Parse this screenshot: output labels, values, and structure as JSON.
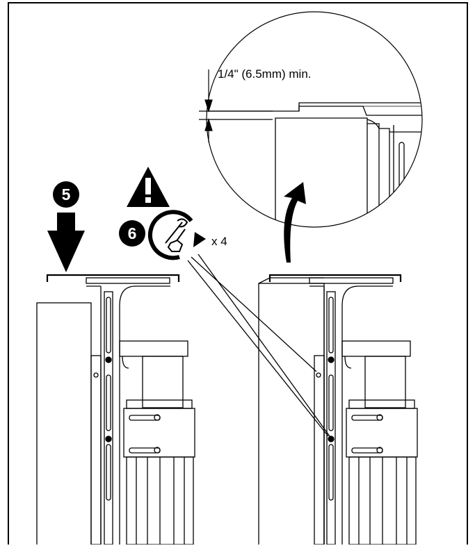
{
  "callout": {
    "dimension_label": "1/4\" (6.5mm) min."
  },
  "steps": {
    "step5": "5",
    "step6": "6"
  },
  "torque": {
    "repeat_label": "x 4"
  },
  "colors": {
    "ink": "#000000",
    "paper": "#ffffff"
  }
}
